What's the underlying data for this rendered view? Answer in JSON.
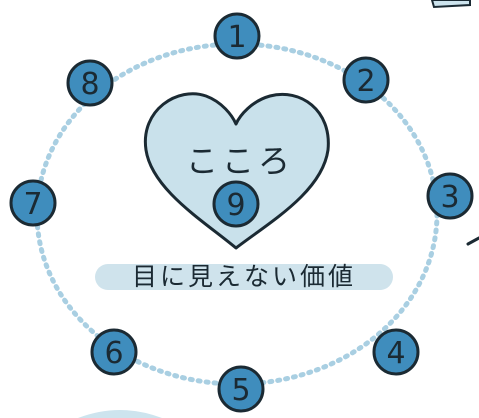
{
  "diagram": {
    "heart_label": "こころ",
    "center_number": "9",
    "caption": "目に見えない価値",
    "nodes": [
      {
        "label": "1"
      },
      {
        "label": "2"
      },
      {
        "label": "3"
      },
      {
        "label": "4"
      },
      {
        "label": "5"
      },
      {
        "label": "6"
      },
      {
        "label": "7"
      },
      {
        "label": "8"
      }
    ]
  },
  "colors": {
    "node_fill": "#3f8dbd",
    "ring_dots": "#a9cfe2",
    "heart_fill": "#c9e1eb",
    "caption_band": "#cfe3ec",
    "outline": "#1b2a33",
    "corner_shape": "#cde4ee"
  }
}
